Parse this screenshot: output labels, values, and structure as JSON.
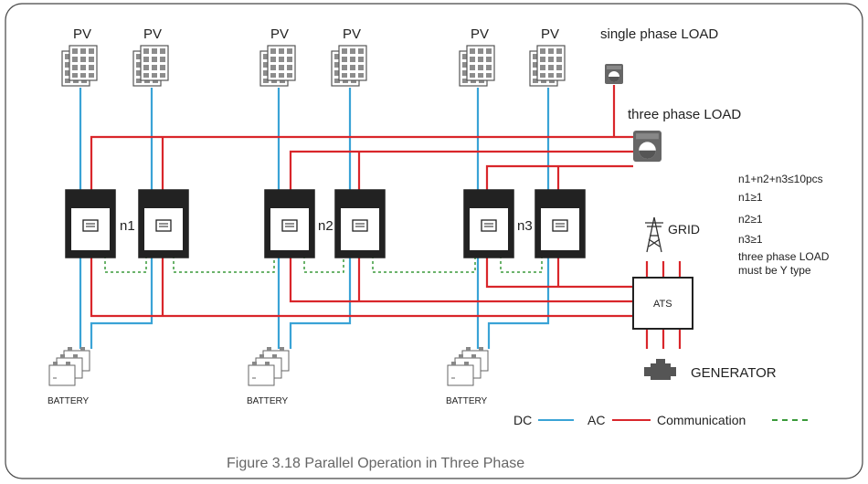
{
  "pv_label": "PV",
  "n_labels": [
    "n1",
    "n2",
    "n3"
  ],
  "battery_label": "BATTERY",
  "single_phase_load": "single phase LOAD",
  "three_phase_load": "three phase LOAD",
  "grid_label": "GRID",
  "generator_label": "GENERATOR",
  "ats_label": "ATS",
  "conditions": [
    "n1+n2+n3≤10pcs",
    "n1≥1",
    "n2≥1",
    "n3≥1",
    "three phase LOAD",
    "must be Y type"
  ],
  "legend": {
    "dc": "DC",
    "ac": "AC",
    "communication": "Communication"
  },
  "caption": "Figure 3.18 Parallel Operation in Three Phase",
  "colors": {
    "dc": "#3aa3d6",
    "ac": "#d9262b",
    "communication": "#3a9a3a",
    "frame": "#444444"
  },
  "icons": {
    "pv": "solar-panel-icon",
    "inverter": "inverter-icon",
    "battery": "battery-icon",
    "load": "washing-machine-icon",
    "grid": "transmission-tower-icon",
    "generator": "engine-icon"
  }
}
